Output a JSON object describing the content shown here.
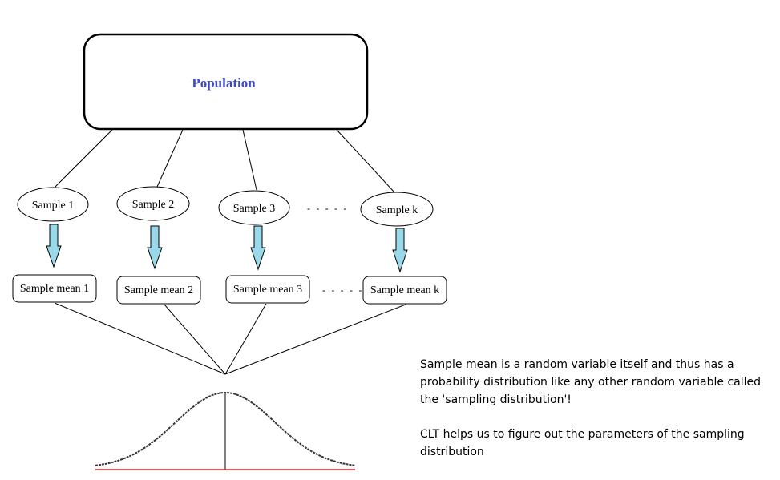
{
  "population": {
    "label": "Population"
  },
  "samples": [
    {
      "label": "Sample 1"
    },
    {
      "label": "Sample 2"
    },
    {
      "label": "Sample 3"
    },
    {
      "label": "Sample k"
    }
  ],
  "sample_means": [
    {
      "label": "Sample mean 1"
    },
    {
      "label": "Sample mean 2"
    },
    {
      "label": "Sample mean 3"
    },
    {
      "label": "Sample mean k"
    }
  ],
  "ellipsis": "- - - - -",
  "explanation": {
    "paragraph_1": "Sample mean is a random variable itself and thus has a probability distribution like any other random variable called the 'sampling distribution'!",
    "paragraph_2": "CLT helps us to figure out the parameters of the sampling distribution"
  },
  "colors": {
    "population_text": "#3f48cc",
    "arrow_fill": "#99d9ea",
    "baseline": "#ed1c24"
  }
}
